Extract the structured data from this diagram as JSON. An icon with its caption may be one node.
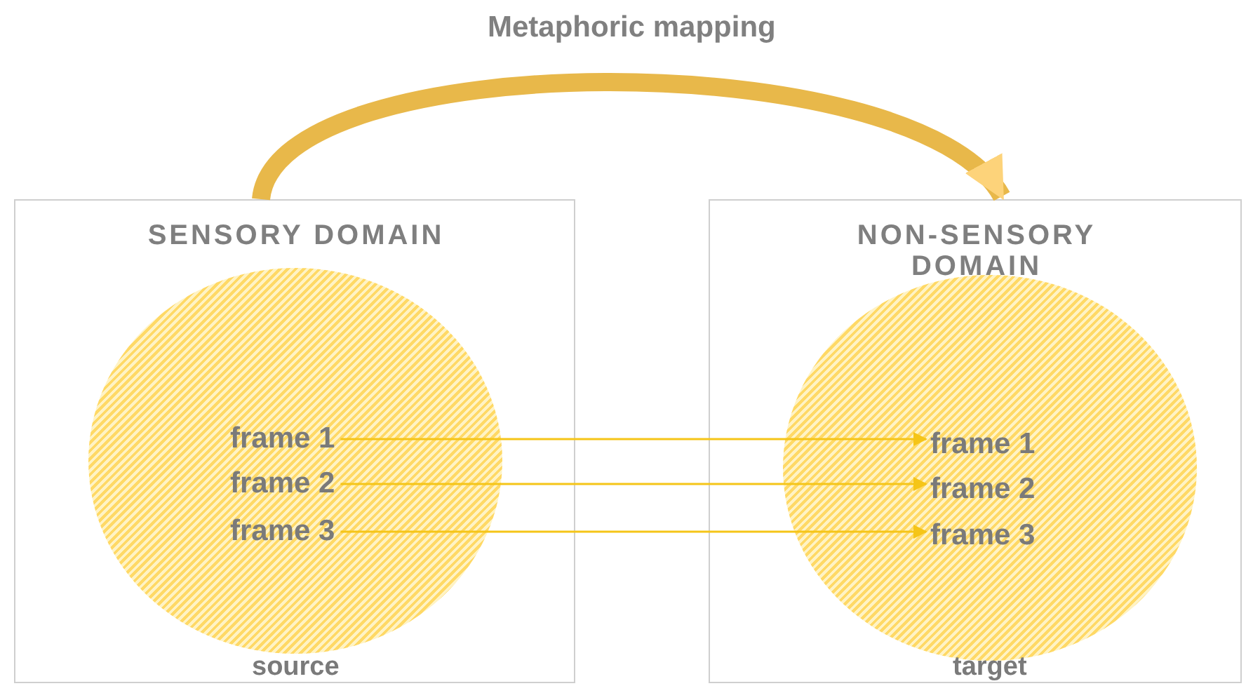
{
  "diagram": {
    "nodes": [
      {
        "text": [
          "SENSORY DOMAIN"
        ]
      },
      {
        "text": [],
        "shape": "circle",
        "in": 0,
        "beside": [
          "source"
        ]
      },
      {
        "text": [
          "frame 1"
        ],
        "in": 1
      },
      {
        "text": [
          "frame 2"
        ],
        "in": 1
      },
      {
        "text": [
          "frame 3"
        ],
        "in": 1
      },
      {
        "text": [
          "NON-SENSORY DOMAIN"
        ]
      },
      {
        "text": [],
        "shape": "circle",
        "in": 5,
        "beside": [
          "target"
        ]
      },
      {
        "text": [
          "frame 1"
        ],
        "in": 6
      },
      {
        "text": [
          "frame 2"
        ],
        "in": 6
      },
      {
        "text": [
          "frame 3"
        ],
        "in": 6
      }
    ],
    "edges": [
      {
        "from": 0,
        "to": 5,
        "arrow": "to",
        "label": "Metaphoric mapping",
        "style": "thick"
      },
      {
        "from": 2,
        "to": 7,
        "arrow": "to"
      },
      {
        "from": 3,
        "to": 8,
        "arrow": "to"
      },
      {
        "from": 4,
        "to": 9,
        "arrow": "to"
      }
    ]
  }
}
